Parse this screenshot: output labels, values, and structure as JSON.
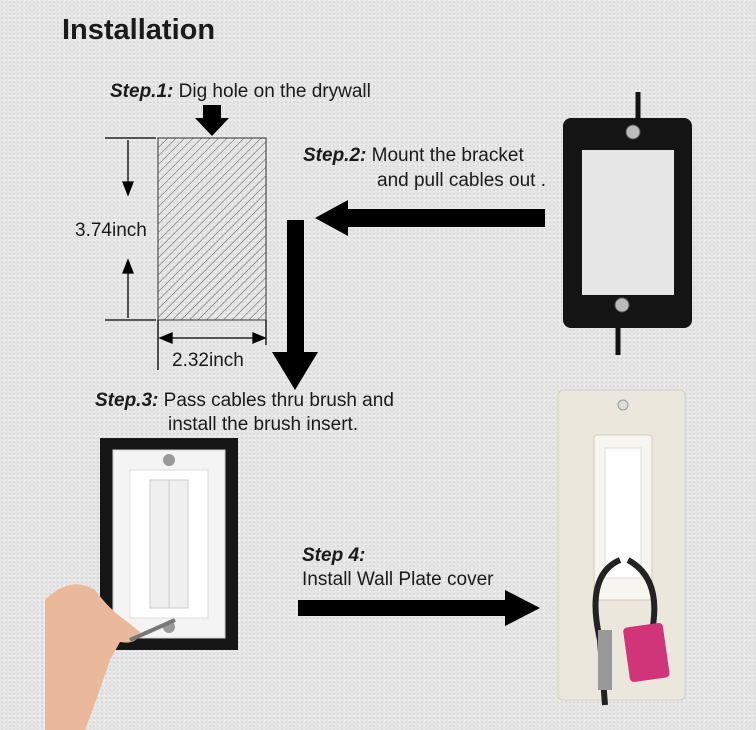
{
  "title": "Installation",
  "steps": [
    {
      "label": "Step.1:",
      "text": "Dig hole on the drywall"
    },
    {
      "label": "Step.2:",
      "text_line1": "Mount the bracket",
      "text_line2": "and pull cables out ."
    },
    {
      "label": "Step.3:",
      "text_line1": "Pass cables thru brush and",
      "text_line2": "install the brush insert."
    },
    {
      "label": "Step 4:",
      "text": "Install Wall Plate cover"
    }
  ],
  "dimensions": {
    "height": "3.74inch",
    "width": "2.32inch"
  }
}
